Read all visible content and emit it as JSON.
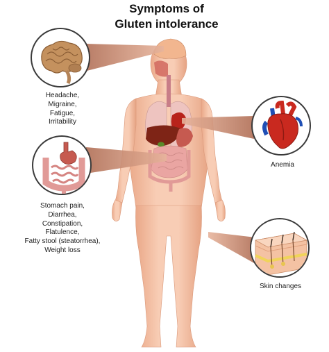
{
  "title": {
    "line1": "Symptoms of",
    "line2": "Gluten intolerance"
  },
  "callouts": {
    "head": {
      "icon": "brain-icon",
      "lines": [
        "Headache,",
        "Migraine,",
        "Fatigue,",
        "Irritability"
      ]
    },
    "gut": {
      "icon": "digestive-tract-icon",
      "lines": [
        "Stomach pain,",
        "Diarrhea,",
        "Constipation,",
        "Flatulence,",
        "Fatty stool (steatorrhea),",
        "Weight loss"
      ]
    },
    "anemia": {
      "icon": "heart-icon",
      "lines": [
        "Anemia"
      ]
    },
    "skin": {
      "icon": "skin-section-icon",
      "lines": [
        "Skin changes"
      ]
    }
  },
  "colors": {
    "skin": "#f7c6ad",
    "skin_shadow": "#e9a98a",
    "lungs": "#eec4c0",
    "liver": "#8a2a1c",
    "intestine": "#e8a3a3",
    "pointer": "#b87a62",
    "heart": "#c9291f"
  }
}
